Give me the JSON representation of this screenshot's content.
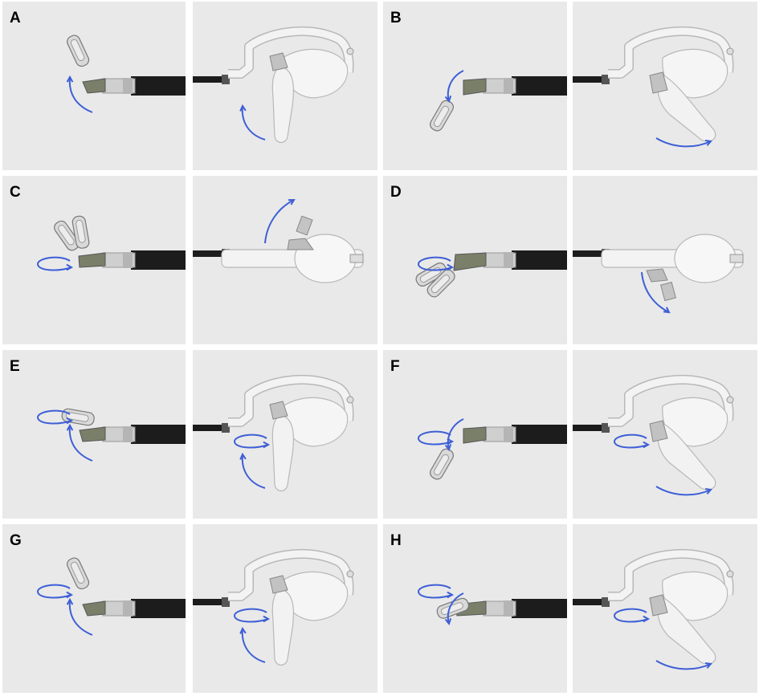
{
  "figure": {
    "panels": [
      {
        "label": "A",
        "tip": "up",
        "handle": "side",
        "arrows": [
          "arc-left-up"
        ],
        "harrows": [
          "arc-handle"
        ]
      },
      {
        "label": "B",
        "tip": "down",
        "handle": "side-down",
        "arrows": [
          "arc-left-down"
        ],
        "harrows": [
          "arc-bottom"
        ]
      },
      {
        "label": "C",
        "tip": "open-flat",
        "handle": "top",
        "arrows": [
          "roll"
        ],
        "harrows": [
          "arc-top-up"
        ]
      },
      {
        "label": "D",
        "tip": "down-flat",
        "handle": "top-down",
        "arrows": [
          "roll"
        ],
        "harrows": [
          "arc-top-down"
        ]
      },
      {
        "label": "E",
        "tip": "flat",
        "handle": "side",
        "arrows": [
          "roll",
          "arc-left-up"
        ],
        "harrows": [
          "roll-handle",
          "arc-handle"
        ]
      },
      {
        "label": "F",
        "tip": "down",
        "handle": "side-down",
        "arrows": [
          "arc-left-down",
          "roll"
        ],
        "harrows": [
          "roll-handle",
          "arc-bottom"
        ]
      },
      {
        "label": "G",
        "tip": "up",
        "handle": "side",
        "arrows": [
          "roll",
          "arc-left-up"
        ],
        "harrows": [
          "roll-handle",
          "arc-handle"
        ]
      },
      {
        "label": "H",
        "tip": "flat-down",
        "handle": "side-down",
        "arrows": [
          "arc-left-down",
          "roll"
        ],
        "harrows": [
          "roll-handle",
          "arc-bottom"
        ]
      }
    ],
    "colors": {
      "panel_bg": "#e9e9e9",
      "arrow": "#3d5fd6",
      "shaft": "#1c1c1c",
      "instrument": "#f3f3f3",
      "outline": "#b8b8b8",
      "jaw": "#7a7f6a"
    }
  }
}
